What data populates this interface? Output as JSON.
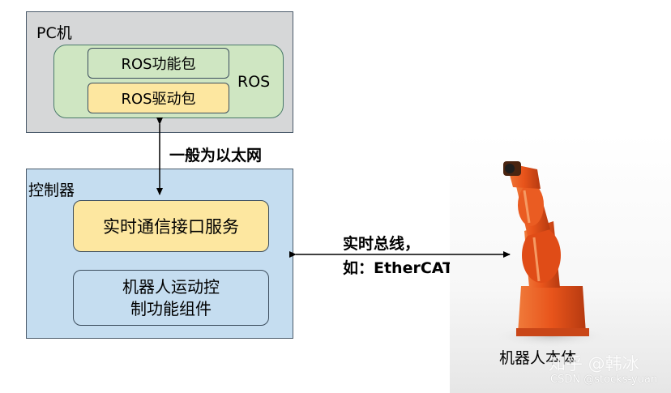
{
  "pc": {
    "title": "PC机",
    "ros_group_label": "ROS",
    "ros_function_pkg": "ROS功能包",
    "ros_driver_pkg": "ROS驱动包"
  },
  "link_pc_controller": {
    "label": "一般为以太网"
  },
  "controller": {
    "title": "控制器",
    "service": "实时通信接口服务",
    "component_line1": "机器人运动控",
    "component_line2": "制功能组件"
  },
  "link_controller_robot": {
    "line1": "实时总线，",
    "line2": "如：EtherCAT"
  },
  "robot": {
    "label": "机器人本体"
  },
  "watermark": {
    "main": "知乎 @韩冰",
    "sub": "CSDN @stocks-yuan"
  },
  "colors": {
    "pc_bg": "#d6d7d8",
    "ros_green": "#cfe6c2",
    "driver_yellow": "#fde7a0",
    "controller_blue": "#c5ddf0",
    "robot_orange": "#e8541b"
  }
}
